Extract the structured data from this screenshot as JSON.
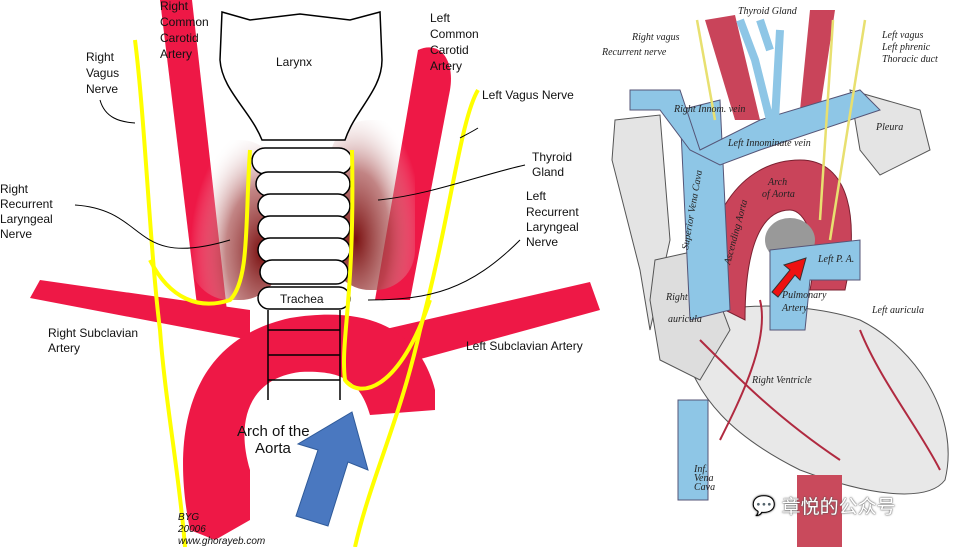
{
  "left_diagram": {
    "labels": {
      "right_common_carotid": [
        "Right",
        "Common",
        "Carotid",
        "Artery"
      ],
      "left_common_carotid": [
        "Left",
        "Common",
        "Carotid",
        "Artery"
      ],
      "right_vagus": [
        "Right",
        "Vagus",
        "Nerve"
      ],
      "left_vagus": "Left Vagus Nerve",
      "larynx": "Larynx",
      "thyroid": [
        "Thyroid",
        "Gland"
      ],
      "right_recurrent": [
        "Right",
        "Recurrent",
        "Laryngeal",
        "Nerve"
      ],
      "left_recurrent": [
        "Left",
        "Recurrent",
        "Laryngeal",
        "Nerve"
      ],
      "trachea": "Trachea",
      "right_subclavian": [
        "Right Subclavian",
        "Artery"
      ],
      "left_subclavian": "Left Subclavian Artery",
      "arch": [
        "Arch of the",
        "Aorta"
      ]
    },
    "credit": [
      "BYG",
      "20006",
      "www.ghorayeb.com"
    ],
    "colors": {
      "artery": "#ee1846",
      "nerve": "#ffff00",
      "arrow": "#4a78c0",
      "thyroid": "#7a1010"
    }
  },
  "right_illustration": {
    "labels": {
      "thyroid_gland": "Thyroid Gland",
      "right_vagus": "Right vagus",
      "recurrent_nerve": "Recurrent nerve",
      "left_vagus": "Left vagus",
      "left_phrenic": "Left phrenic",
      "thoracic_duct": "Thoracic duct",
      "right_innom_vein": "Right Innom. vein",
      "left_innom_vein": "Left Innominate vein",
      "pleura": "Pleura",
      "svc": "Superior Vena Cava",
      "arch": [
        "Arch",
        "of Aorta"
      ],
      "ascending": "Ascending Aorta",
      "left_pa": "Left P. A.",
      "pulmonary": [
        "Pulmonary",
        "Artery"
      ],
      "right_auricula": [
        "Right",
        "auricula"
      ],
      "left_auricula": "Left auricula",
      "right_ventricle": "Right Ventricle",
      "ivc": [
        "Inf.",
        "Vena",
        "Cava"
      ]
    },
    "watermark": "章悦的公众号"
  }
}
